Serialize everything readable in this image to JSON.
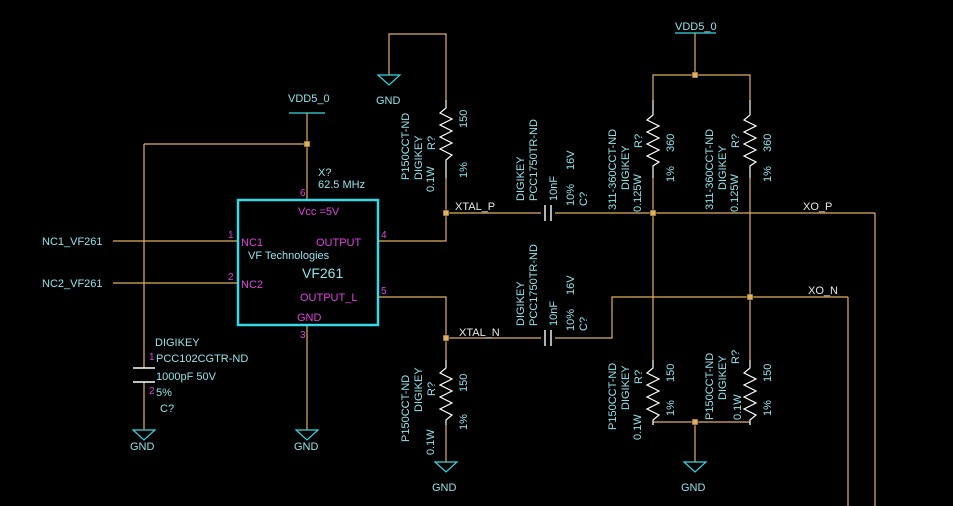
{
  "ic": {
    "title_line": "VF Technologies",
    "part": "VF261",
    "vcc": "Vcc =5V",
    "refdes": "X?",
    "freq": "62.5 MHz",
    "pins": {
      "nc1": "NC1",
      "nc2": "NC2",
      "output": "OUTPUT",
      "output_l": "OUTPUT_L",
      "gnd": "GND",
      "num1": "1",
      "num2": "2",
      "num3": "3",
      "num4": "4",
      "num5": "5",
      "num6": "6"
    }
  },
  "nets": {
    "nc1": "NC1_VF261",
    "nc2": "NC2_VF261",
    "xtal_p": "XTAL_P",
    "xtal_n": "XTAL_N",
    "xo_p": "XO_P",
    "xo_n": "XO_N",
    "vdd_left": "VDD5_0",
    "vdd_right": "VDD5_0",
    "gnd": "GND"
  },
  "bypass_cap": {
    "vendor": "DIGIKEY",
    "part": "PCC102CGTR-ND",
    "value": "1000pF  50V",
    "tol": "5%",
    "ref": "C?",
    "pin1": "1",
    "pin2": "2"
  },
  "coupling_caps": {
    "vendor": "DIGIKEY",
    "part": "PCC1750TR-ND",
    "value": "10nF",
    "tol": "10%",
    "voltage": "16V",
    "ref": "C?"
  },
  "res150": {
    "vendor": "DIGIKEY",
    "part": "P150CCT-ND",
    "value": "150",
    "power": "0.1W",
    "tol": "1%",
    "ref": "R?"
  },
  "res360": {
    "vendor": "DIGIKEY",
    "part": "311-360CCT-ND",
    "value": "360",
    "power": "0.125W",
    "tol": "1%",
    "ref": "R?"
  }
}
